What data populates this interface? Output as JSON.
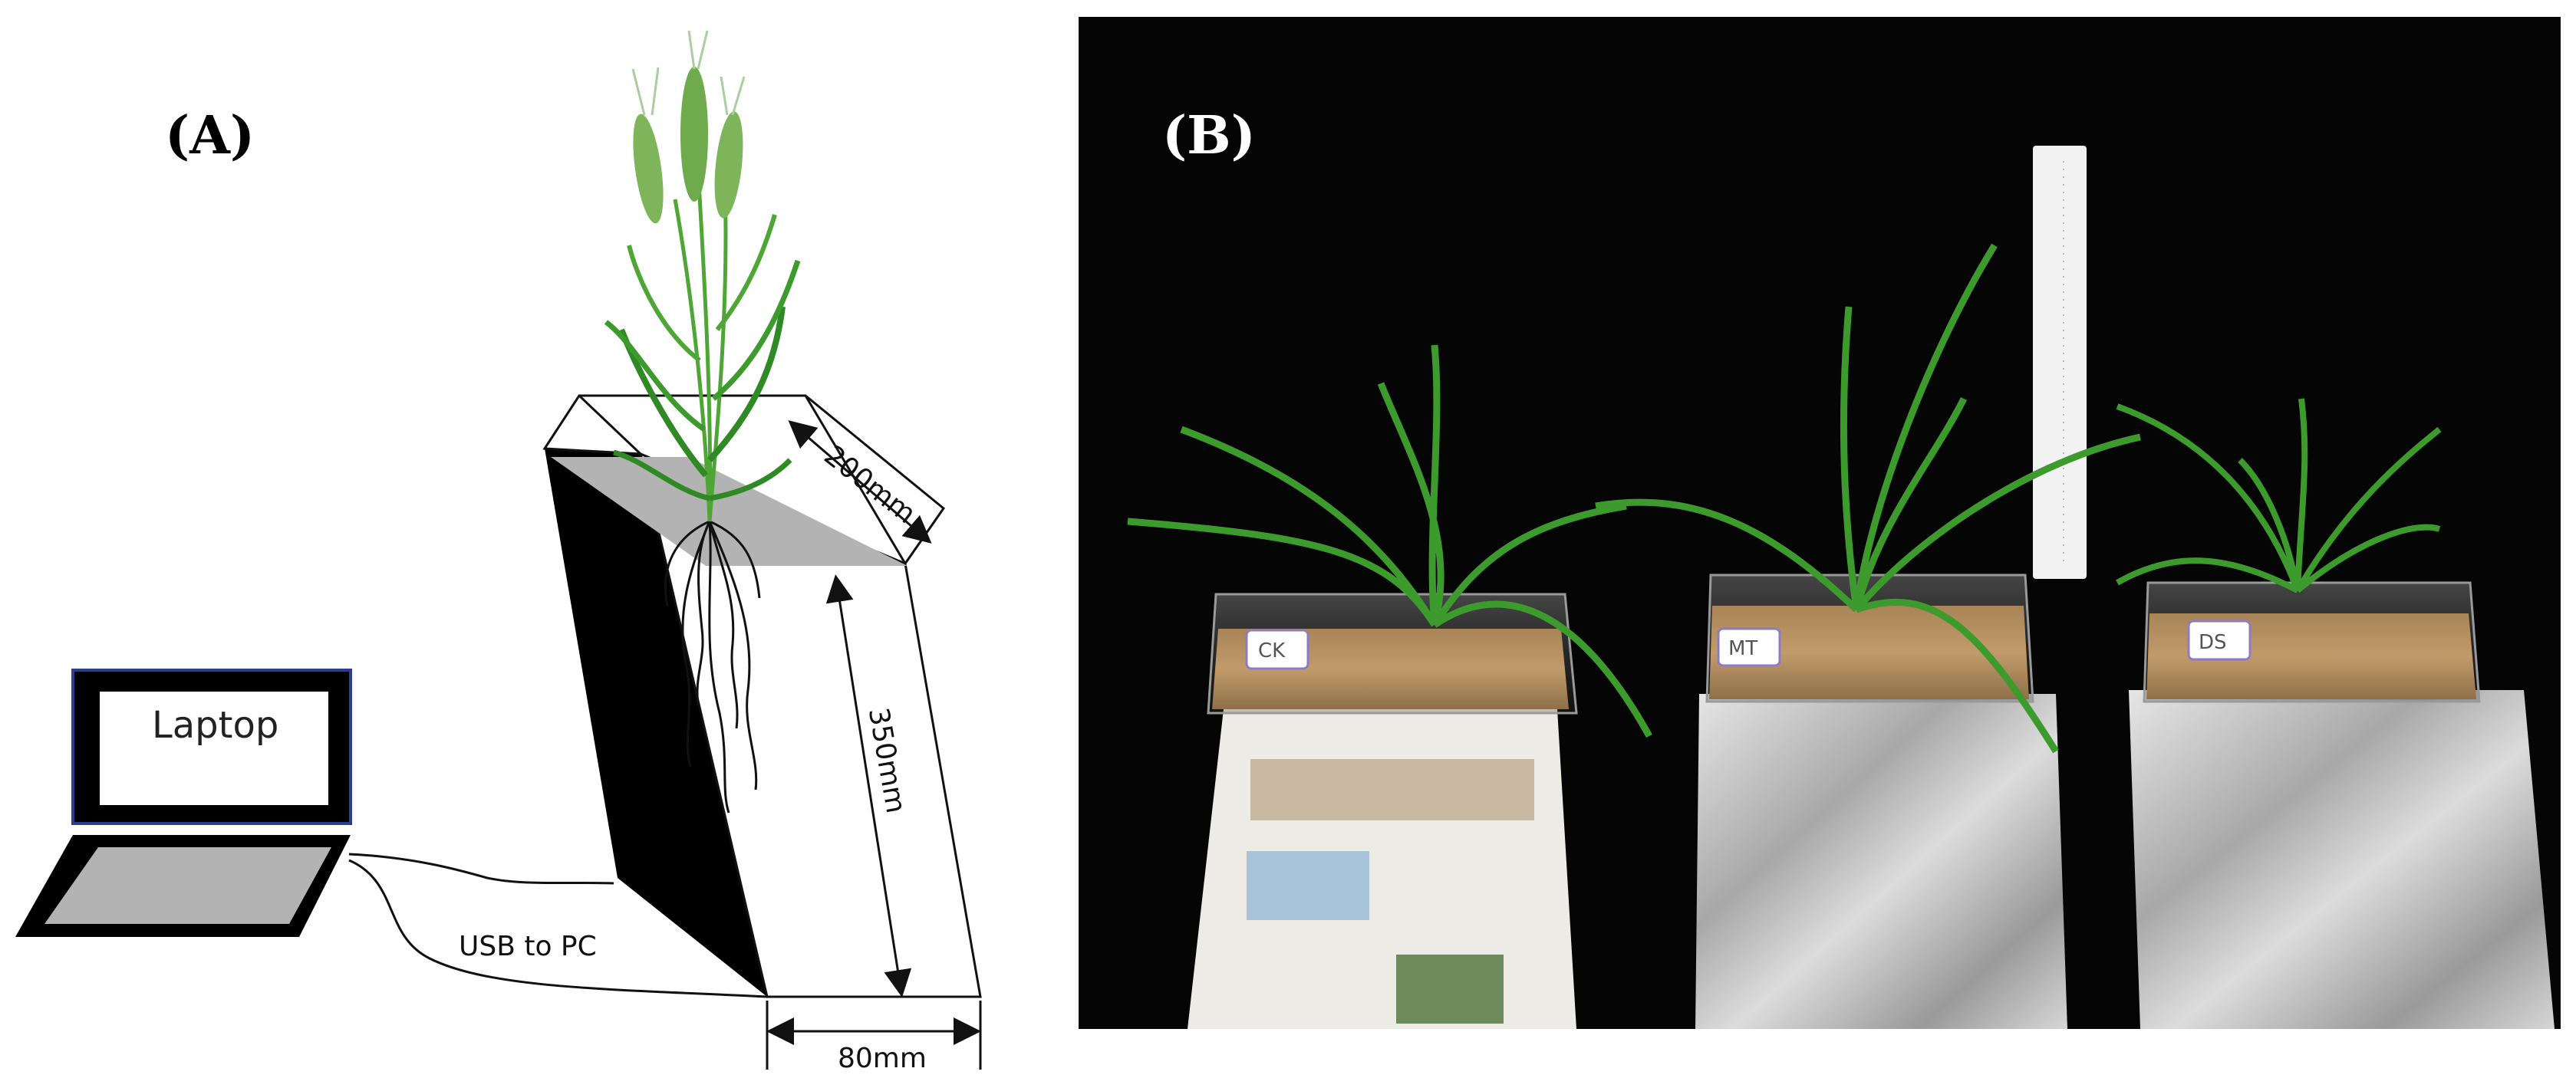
{
  "panel_a": {
    "label": "(A)",
    "laptop_label": "Laptop",
    "cable_label": "USB to PC",
    "dimensions": {
      "depth": "200mm",
      "height": "350mm",
      "width": "80mm"
    }
  },
  "panel_b": {
    "label": "(B)",
    "box_labels": [
      "CK",
      "MT",
      "DS"
    ]
  },
  "colors": {
    "background_b": "#050505",
    "leaf_green": "#3d9a2c",
    "soil": "#b99466",
    "foil": "#c9c9c9",
    "box_face_black": "#000000",
    "soil_grey": "#b3b3b3"
  }
}
